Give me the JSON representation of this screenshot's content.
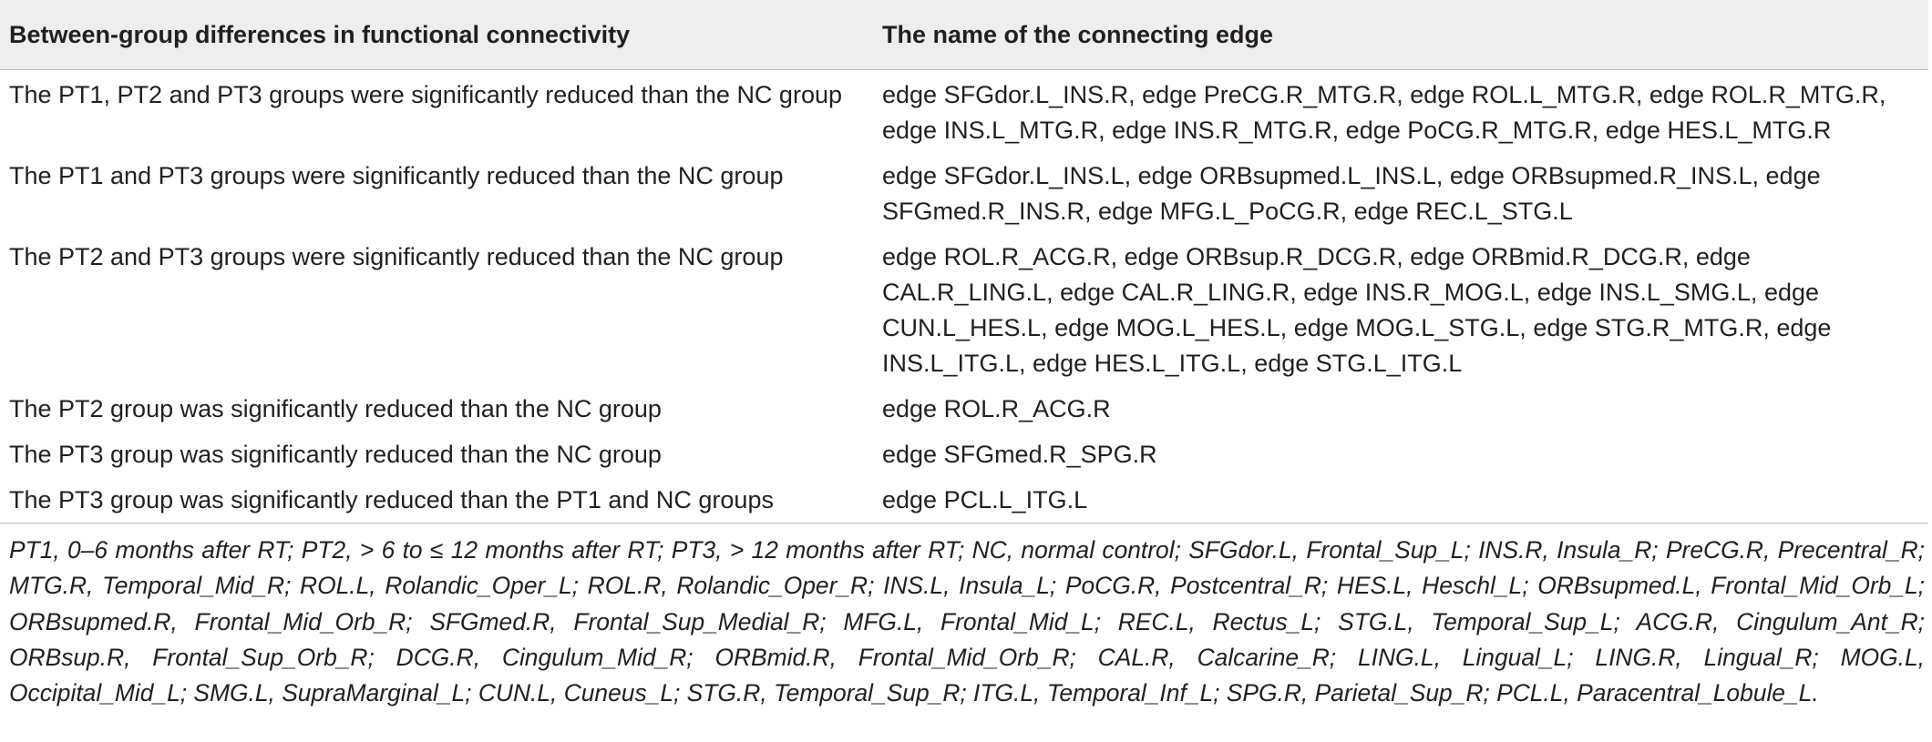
{
  "table": {
    "headers": [
      "Between-group differences in functional connectivity",
      "The name of the connecting edge"
    ],
    "rows": [
      {
        "difference": "The PT1, PT2 and PT3 groups were significantly reduced than the NC group",
        "edges": "edge SFGdor.L_INS.R, edge PreCG.R_MTG.R, edge ROL.L_MTG.R, edge ROL.R_MTG.R, edge INS.L_MTG.R, edge INS.R_MTG.R, edge PoCG.R_MTG.R, edge HES.L_MTG.R"
      },
      {
        "difference": "The PT1 and PT3 groups were significantly reduced than the NC group",
        "edges": "edge SFGdor.L_INS.L, edge ORBsupmed.L_INS.L, edge ORBsupmed.R_INS.L, edge SFGmed.R_INS.R, edge MFG.L_PoCG.R, edge REC.L_STG.L"
      },
      {
        "difference": "The PT2 and PT3 groups were significantly reduced than the NC group",
        "edges": "edge ROL.R_ACG.R, edge ORBsup.R_DCG.R, edge ORBmid.R_DCG.R, edge CAL.R_LING.L, edge CAL.R_LING.R, edge INS.R_MOG.L, edge INS.L_SMG.L, edge CUN.L_HES.L, edge MOG.L_HES.L, edge MOG.L_STG.L, edge STG.R_MTG.R, edge INS.L_ITG.L, edge HES.L_ITG.L, edge STG.L_ITG.L"
      },
      {
        "difference": "The PT2 group was significantly reduced than the NC group",
        "edges": "edge ROL.R_ACG.R"
      },
      {
        "difference": "The PT3 group was significantly reduced than the NC group",
        "edges": "edge SFGmed.R_SPG.R"
      },
      {
        "difference": "The PT3 group was significantly reduced than the PT1 and NC groups",
        "edges": "edge PCL.L_ITG.L"
      }
    ]
  },
  "footnote": "PT1, 0–6 months after RT; PT2, > 6 to ≤ 12 months after RT; PT3, > 12 months after RT; NC, normal control; SFGdor.L, Frontal_Sup_L; INS.R, Insula_R; PreCG.R, Precentral_R; MTG.R, Temporal_Mid_R; ROL.L, Rolandic_Oper_L; ROL.R, Rolandic_Oper_R; INS.L, Insula_L; PoCG.R, Postcentral_R; HES.L, Heschl_L; ORBsupmed.L, Frontal_Mid_Orb_L; ORBsupmed.R, Frontal_Mid_Orb_R; SFGmed.R, Frontal_Sup_Medial_R; MFG.L, Frontal_Mid_L; REC.L, Rectus_L; STG.L, Temporal_Sup_L; ACG.R, Cingulum_Ant_R; ORBsup.R, Frontal_Sup_Orb_R; DCG.R, Cingulum_Mid_R; ORBmid.R, Frontal_Mid_Orb_R; CAL.R, Calcarine_R; LING.L, Lingual_L; LING.R, Lingual_R; MOG.L, Occipital_Mid_L; SMG.L, SupraMarginal_L; CUN.L, Cuneus_L; STG.R, Temporal_Sup_R; ITG.L, Temporal_Inf_L; SPG.R, Parietal_Sup_R; PCL.L, Paracentral_Lobule_L."
}
